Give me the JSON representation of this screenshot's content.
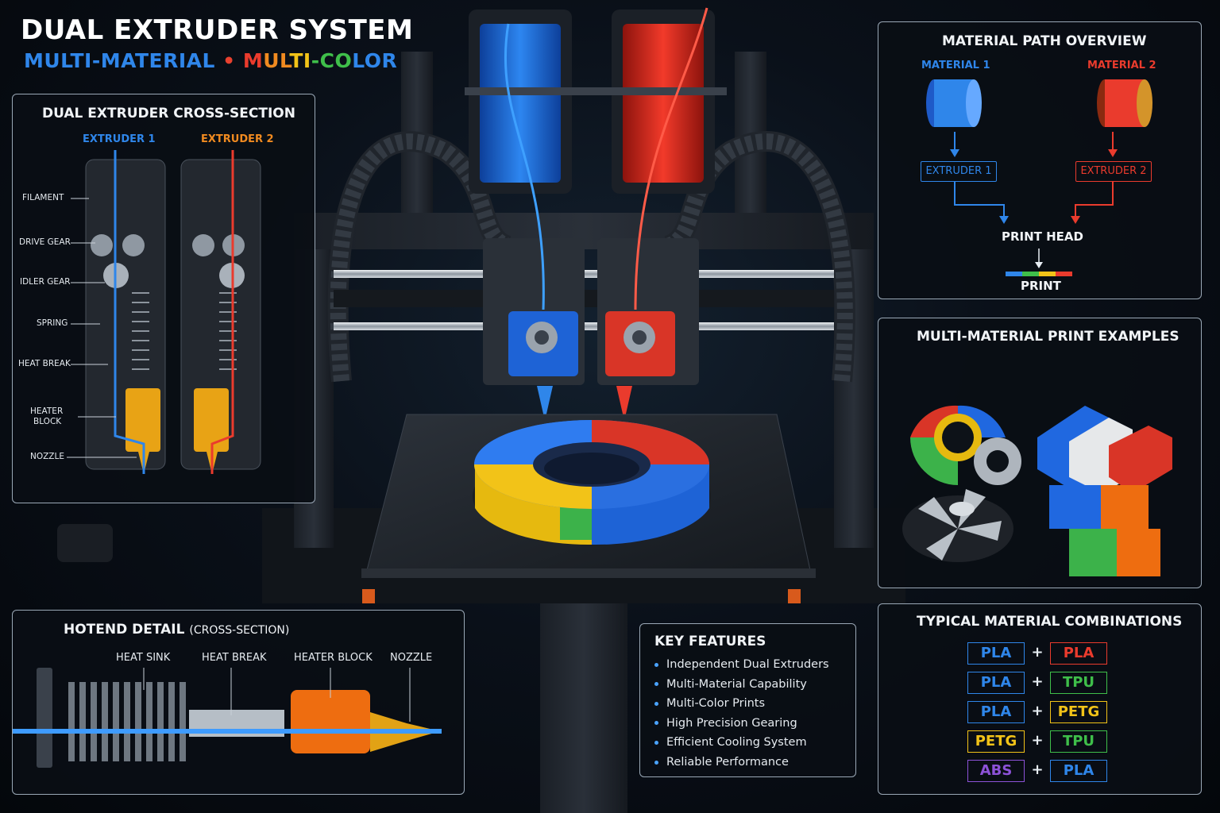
{
  "header": {
    "title": "DUAL EXTRUDER SYSTEM",
    "subtitle_part1": "MULTI-MATERIAL",
    "subtitle_sep": " • ",
    "subtitle_part2_letters": [
      "M",
      "U",
      "L",
      "T",
      "I",
      "-",
      "C",
      "O",
      "L",
      "O",
      "R"
    ]
  },
  "cross_section": {
    "title": "DUAL EXTRUDER CROSS-SECTION",
    "extruder1_label": "EXTRUDER 1",
    "extruder2_label": "EXTRUDER 2",
    "labels": {
      "filament": "FILAMENT",
      "drive_gear": "DRIVE GEAR",
      "idler_gear": "IDLER GEAR",
      "spring": "SPRING",
      "heat_break": "HEAT BREAK",
      "heater_block_l1": "HEATER",
      "heater_block_l2": "BLOCK",
      "nozzle": "NOZZLE"
    }
  },
  "hotend": {
    "title": "HOTEND DETAIL",
    "title_suffix": "(CROSS-SECTION)",
    "labels": {
      "heat_sink": "HEAT SINK",
      "heat_break": "HEAT BREAK",
      "heater_block": "HEATER BLOCK",
      "nozzle": "NOZZLE"
    }
  },
  "material_path": {
    "title": "MATERIAL PATH OVERVIEW",
    "material1": "MATERIAL 1",
    "material2": "MATERIAL 2",
    "extruder1": "EXTRUDER 1",
    "extruder2": "EXTRUDER 2",
    "print_head": "PRINT HEAD",
    "print": "PRINT"
  },
  "examples": {
    "title": "MULTI-MATERIAL PRINT EXAMPLES"
  },
  "features": {
    "title": "KEY FEATURES",
    "items": [
      "Independent Dual Extruders",
      "Multi-Material Capability",
      "Multi-Color Prints",
      "High Precision Gearing",
      "Efficient Cooling System",
      "Reliable Performance"
    ]
  },
  "combos": {
    "title": "TYPICAL MATERIAL COMBINATIONS",
    "plus": "+",
    "rows": [
      {
        "left": "PLA",
        "right": "PLA"
      },
      {
        "left": "PLA",
        "right": "TPU"
      },
      {
        "left": "PLA",
        "right": "PETG"
      },
      {
        "left": "PETG",
        "right": "TPU"
      },
      {
        "left": "ABS",
        "right": "PLA"
      }
    ]
  },
  "colors": {
    "blue": "#2f86ea",
    "red": "#ea3b2d",
    "orange": "#f08a20",
    "yellow": "#f2c318",
    "green": "#3fbf4a",
    "purple": "#8d52d8",
    "background": "#05080d"
  }
}
